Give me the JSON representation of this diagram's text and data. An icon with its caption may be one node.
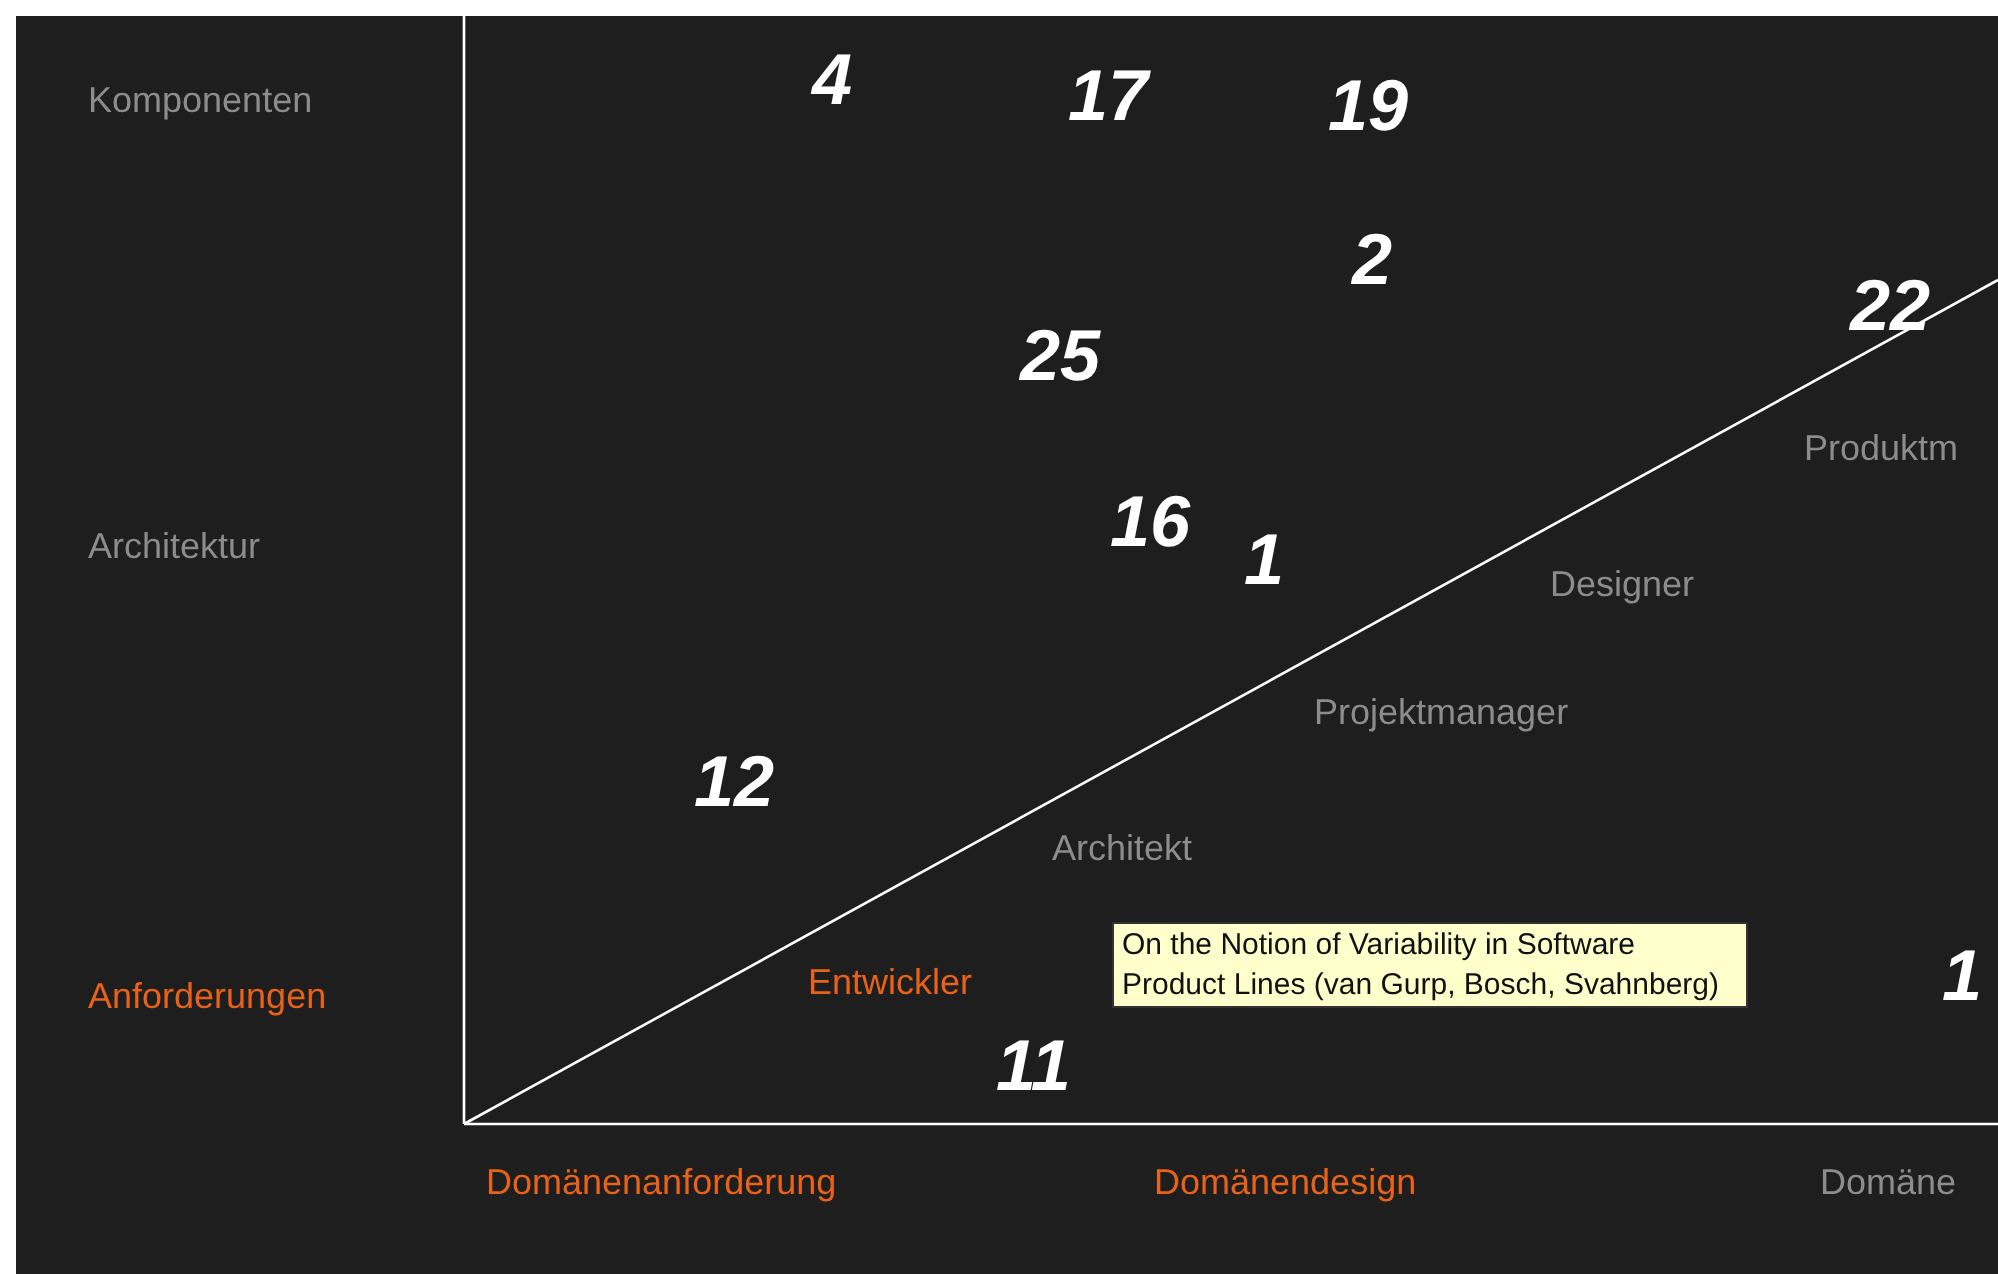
{
  "diagram": {
    "nodes": [
      {
        "text": [
          "On the Notion of Variability in Software Product Lines (van Gurp, Bosch, Svahnberg)"
        ]
      }
    ],
    "labels": [
      "Komponenten",
      "4",
      "17",
      "19",
      "2",
      "22",
      "25",
      "Produktm",
      "Architektur",
      "16",
      "1",
      "Designer",
      "Projektmanager",
      "12",
      "Architekt",
      "Anforderungen",
      "Entwickler",
      "1",
      "11",
      "Domänenanforderung",
      "Domänendesign",
      "Domäne"
    ]
  }
}
